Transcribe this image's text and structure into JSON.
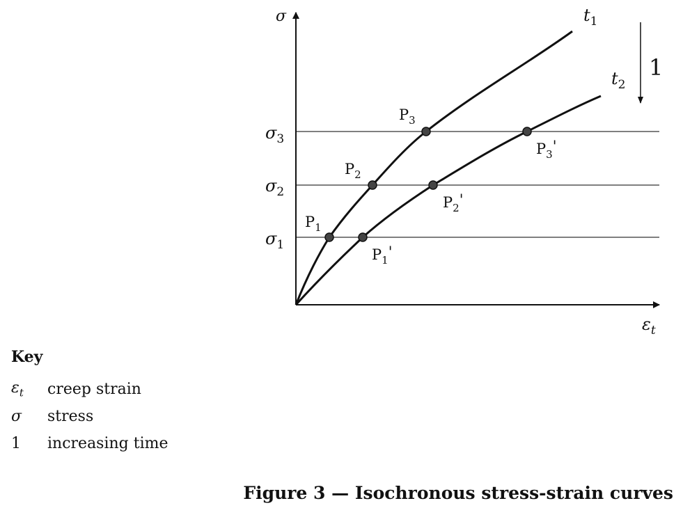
{
  "figure": {
    "y_axis_label": "σ",
    "x_axis_label": "ε",
    "x_axis_subscript": "t",
    "stress_levels": [
      {
        "sym": "σ",
        "sub": "3"
      },
      {
        "sym": "σ",
        "sub": "2"
      },
      {
        "sym": "σ",
        "sub": "1"
      }
    ],
    "curve_t1": {
      "sym": "t",
      "sub": "1"
    },
    "curve_t2": {
      "sym": "t",
      "sub": "2"
    },
    "arrow_label": "1",
    "points_t1": [
      {
        "sym": "P",
        "sub": "1",
        "prime": ""
      },
      {
        "sym": "P",
        "sub": "2",
        "prime": ""
      },
      {
        "sym": "P",
        "sub": "3",
        "prime": ""
      }
    ],
    "points_t2": [
      {
        "sym": "P",
        "sub": "1",
        "prime": "'"
      },
      {
        "sym": "P",
        "sub": "2",
        "prime": "'"
      },
      {
        "sym": "P",
        "sub": "3",
        "prime": "'"
      }
    ]
  },
  "key": {
    "title": "Key",
    "items": [
      {
        "symbol": "εt",
        "text": "creep strain"
      },
      {
        "symbol": "σ",
        "text": "stress"
      },
      {
        "symbol": "1",
        "text": "increasing time"
      }
    ]
  },
  "caption": "Figure 3 — Isochronous stress-strain curves"
}
